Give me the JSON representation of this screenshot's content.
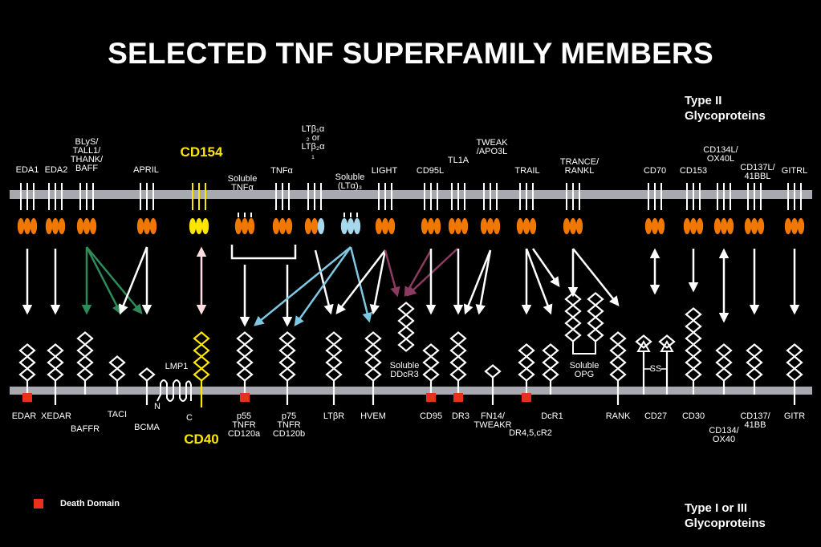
{
  "title": "SELECTED TNF SUPERFAMILY MEMBERS",
  "type_top": "Type II\nGlycoproteins",
  "type_bottom": "Type I or III\nGlycoproteins",
  "legend": "Death Domain",
  "colors": {
    "background": "#000000",
    "membrane": "#a8a8b0",
    "ligand": "#f07800",
    "cd154": "#ffe600",
    "lymphotoxin": "#a8d8ec",
    "death_domain": "#e8301c",
    "arrow_green": "#2e8b57",
    "arrow_blue": "#7ec8e3",
    "arrow_purple": "#8b3a62"
  },
  "ligands": [
    "EDA1",
    "EDA2",
    "BLyS/\nTALL1/\nTHANK/\nBAFF",
    "APRIL",
    "CD154",
    "Soluble\nTNFα",
    "TNFα",
    "LTβ₁α\n₂ or\nLTβ₂α\n₁",
    "Soluble\n(LTα)₃",
    "LIGHT",
    "CD95L",
    "TL1A",
    "TWEAK\n/APO3L",
    "TRAIL",
    "TRANCE/\nRANKL",
    "CD70",
    "CD153",
    "CD134L/\nOX40L",
    "CD137L/\n41BBL",
    "GITRL"
  ],
  "receptors": [
    "EDAR",
    "XEDAR",
    "BAFFR",
    "TACI",
    "BCMA",
    "LMP1",
    "N",
    "C",
    "CD40",
    "p55\nTNFR\nCD120a",
    "p75\nTNFR\nCD120b",
    "LTβR",
    "HVEM",
    "Soluble\nDDcR3",
    "CD95",
    "DR3",
    "FN14/\nTWEAKR",
    "DR4,5,cR2",
    "DcR1",
    "Soluble\nOPG",
    "RANK",
    "CD27",
    "SS",
    "CD30",
    "CD134/\nOX40",
    "CD137/\n41BB",
    "GITR"
  ]
}
